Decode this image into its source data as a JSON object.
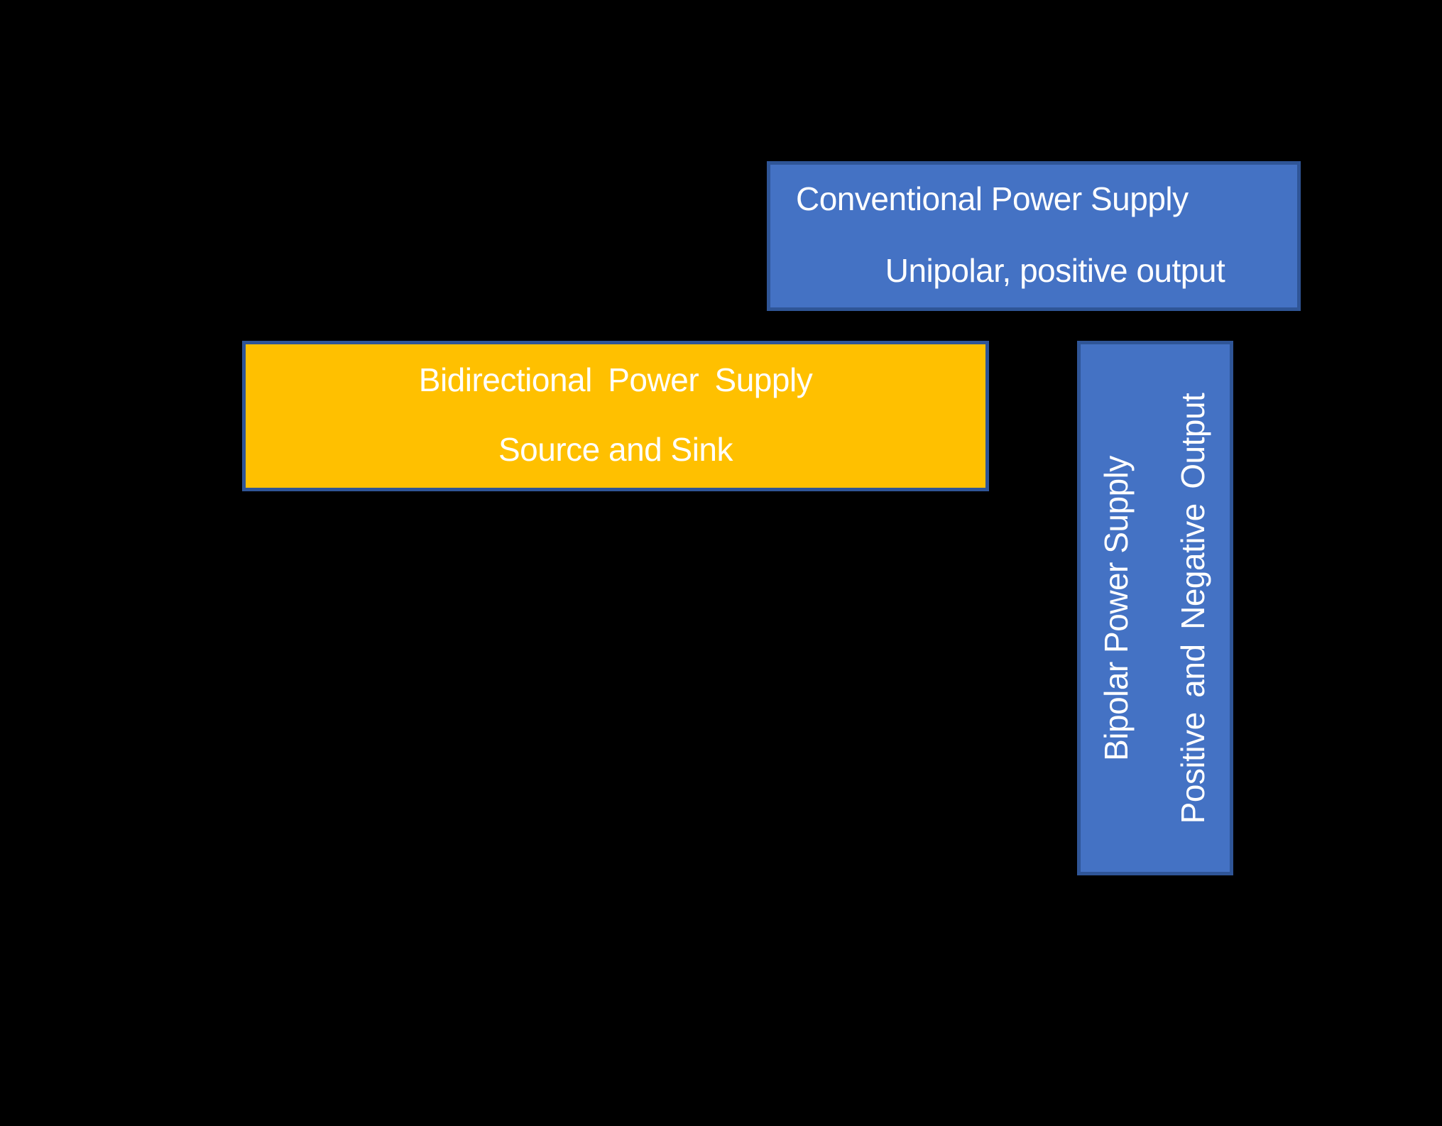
{
  "colors": {
    "canvas_bg": "#000000",
    "blue_fill": "#4472C4",
    "blue_border": "#2F5597",
    "gold_fill": "#FFC000",
    "gold_border": "#2F5597",
    "text_color": "#FFFFFF"
  },
  "boxes": {
    "conventional": {
      "line1": "Conventional Power Supply",
      "line2": "Unipolar, positive output"
    },
    "bidirectional": {
      "line1": "Bidirectional Power Supply",
      "line2": "Source and Sink"
    },
    "bipolar": {
      "line1": "Bipolar Power Supply",
      "line2": "Positive and Negative Output"
    }
  }
}
